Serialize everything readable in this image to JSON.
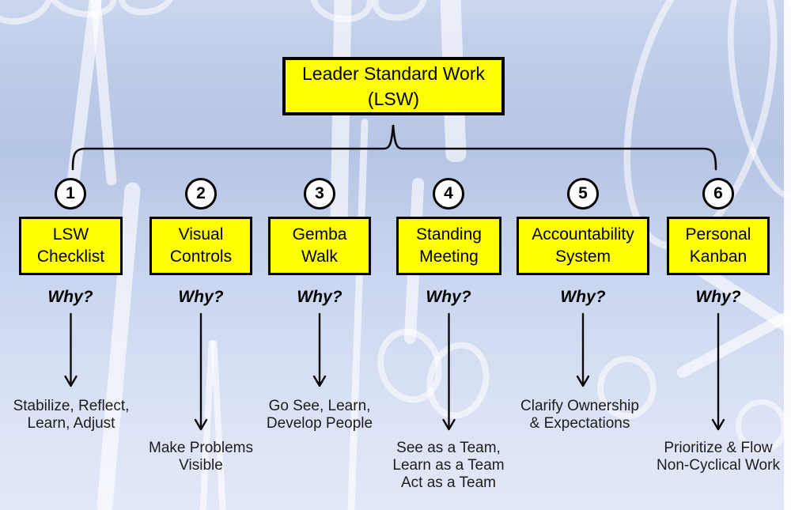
{
  "root": {
    "title": [
      "Leader Standard Work",
      "(LSW)"
    ]
  },
  "columns": [
    {
      "number": "1",
      "title": [
        "LSW",
        "Checklist"
      ],
      "why_label": "Why?",
      "result": [
        "Stabilize, Reflect,",
        "Learn, Adjust"
      ]
    },
    {
      "number": "2",
      "title": [
        "Visual",
        "Controls"
      ],
      "why_label": "Why?",
      "result": [
        "Make Problems",
        "Visible"
      ]
    },
    {
      "number": "3",
      "title": [
        "Gemba",
        "Walk"
      ],
      "why_label": "Why?",
      "result": [
        "Go See, Learn,",
        "Develop People"
      ]
    },
    {
      "number": "4",
      "title": [
        "Standing",
        "Meeting"
      ],
      "why_label": "Why?",
      "result": [
        "See as a Team,",
        "Learn as a Team",
        "Act as a Team"
      ]
    },
    {
      "number": "5",
      "title": [
        "Accountability",
        "System"
      ],
      "why_label": "Why?",
      "result": [
        "Clarify Ownership",
        "& Expectations"
      ]
    },
    {
      "number": "6",
      "title": [
        "Personal",
        "Kanban"
      ],
      "why_label": "Why?",
      "result": [
        "Prioritize & Flow",
        "Non-Cyclical Work"
      ]
    }
  ],
  "colors": {
    "box_fill": "#ffff00",
    "box_border": "#000000",
    "line_color": "#0a0a0a",
    "circle_fill": "#fdfdfd",
    "background_blue": "#bccae8",
    "result_text": "#1d1d1d"
  }
}
